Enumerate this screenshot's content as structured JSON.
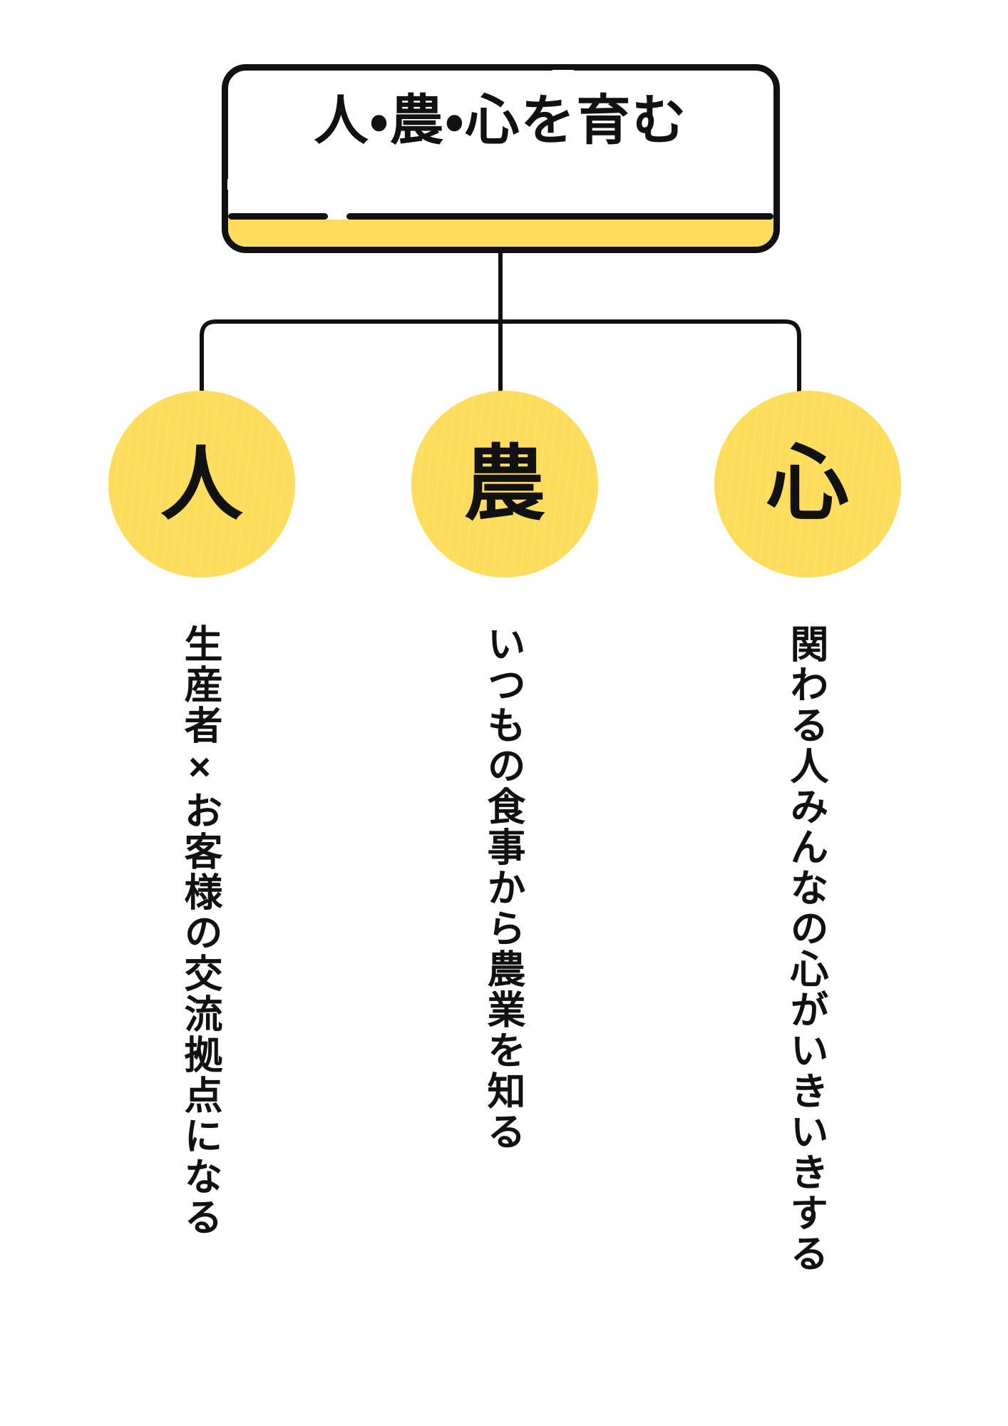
{
  "page": {
    "background_color": "#ffffff",
    "accent_color": "#ffdd5c",
    "ink_color": "#111111"
  },
  "header": {
    "title": "人・農・心を育む"
  },
  "nodes": [
    {
      "symbol": "人",
      "caption": "生産者×お客様の交流拠点になる"
    },
    {
      "symbol": "農",
      "caption": "いつもの食事から農業を知る"
    },
    {
      "symbol": "心",
      "caption": "関わる人みんなの心がいきいきする"
    }
  ]
}
